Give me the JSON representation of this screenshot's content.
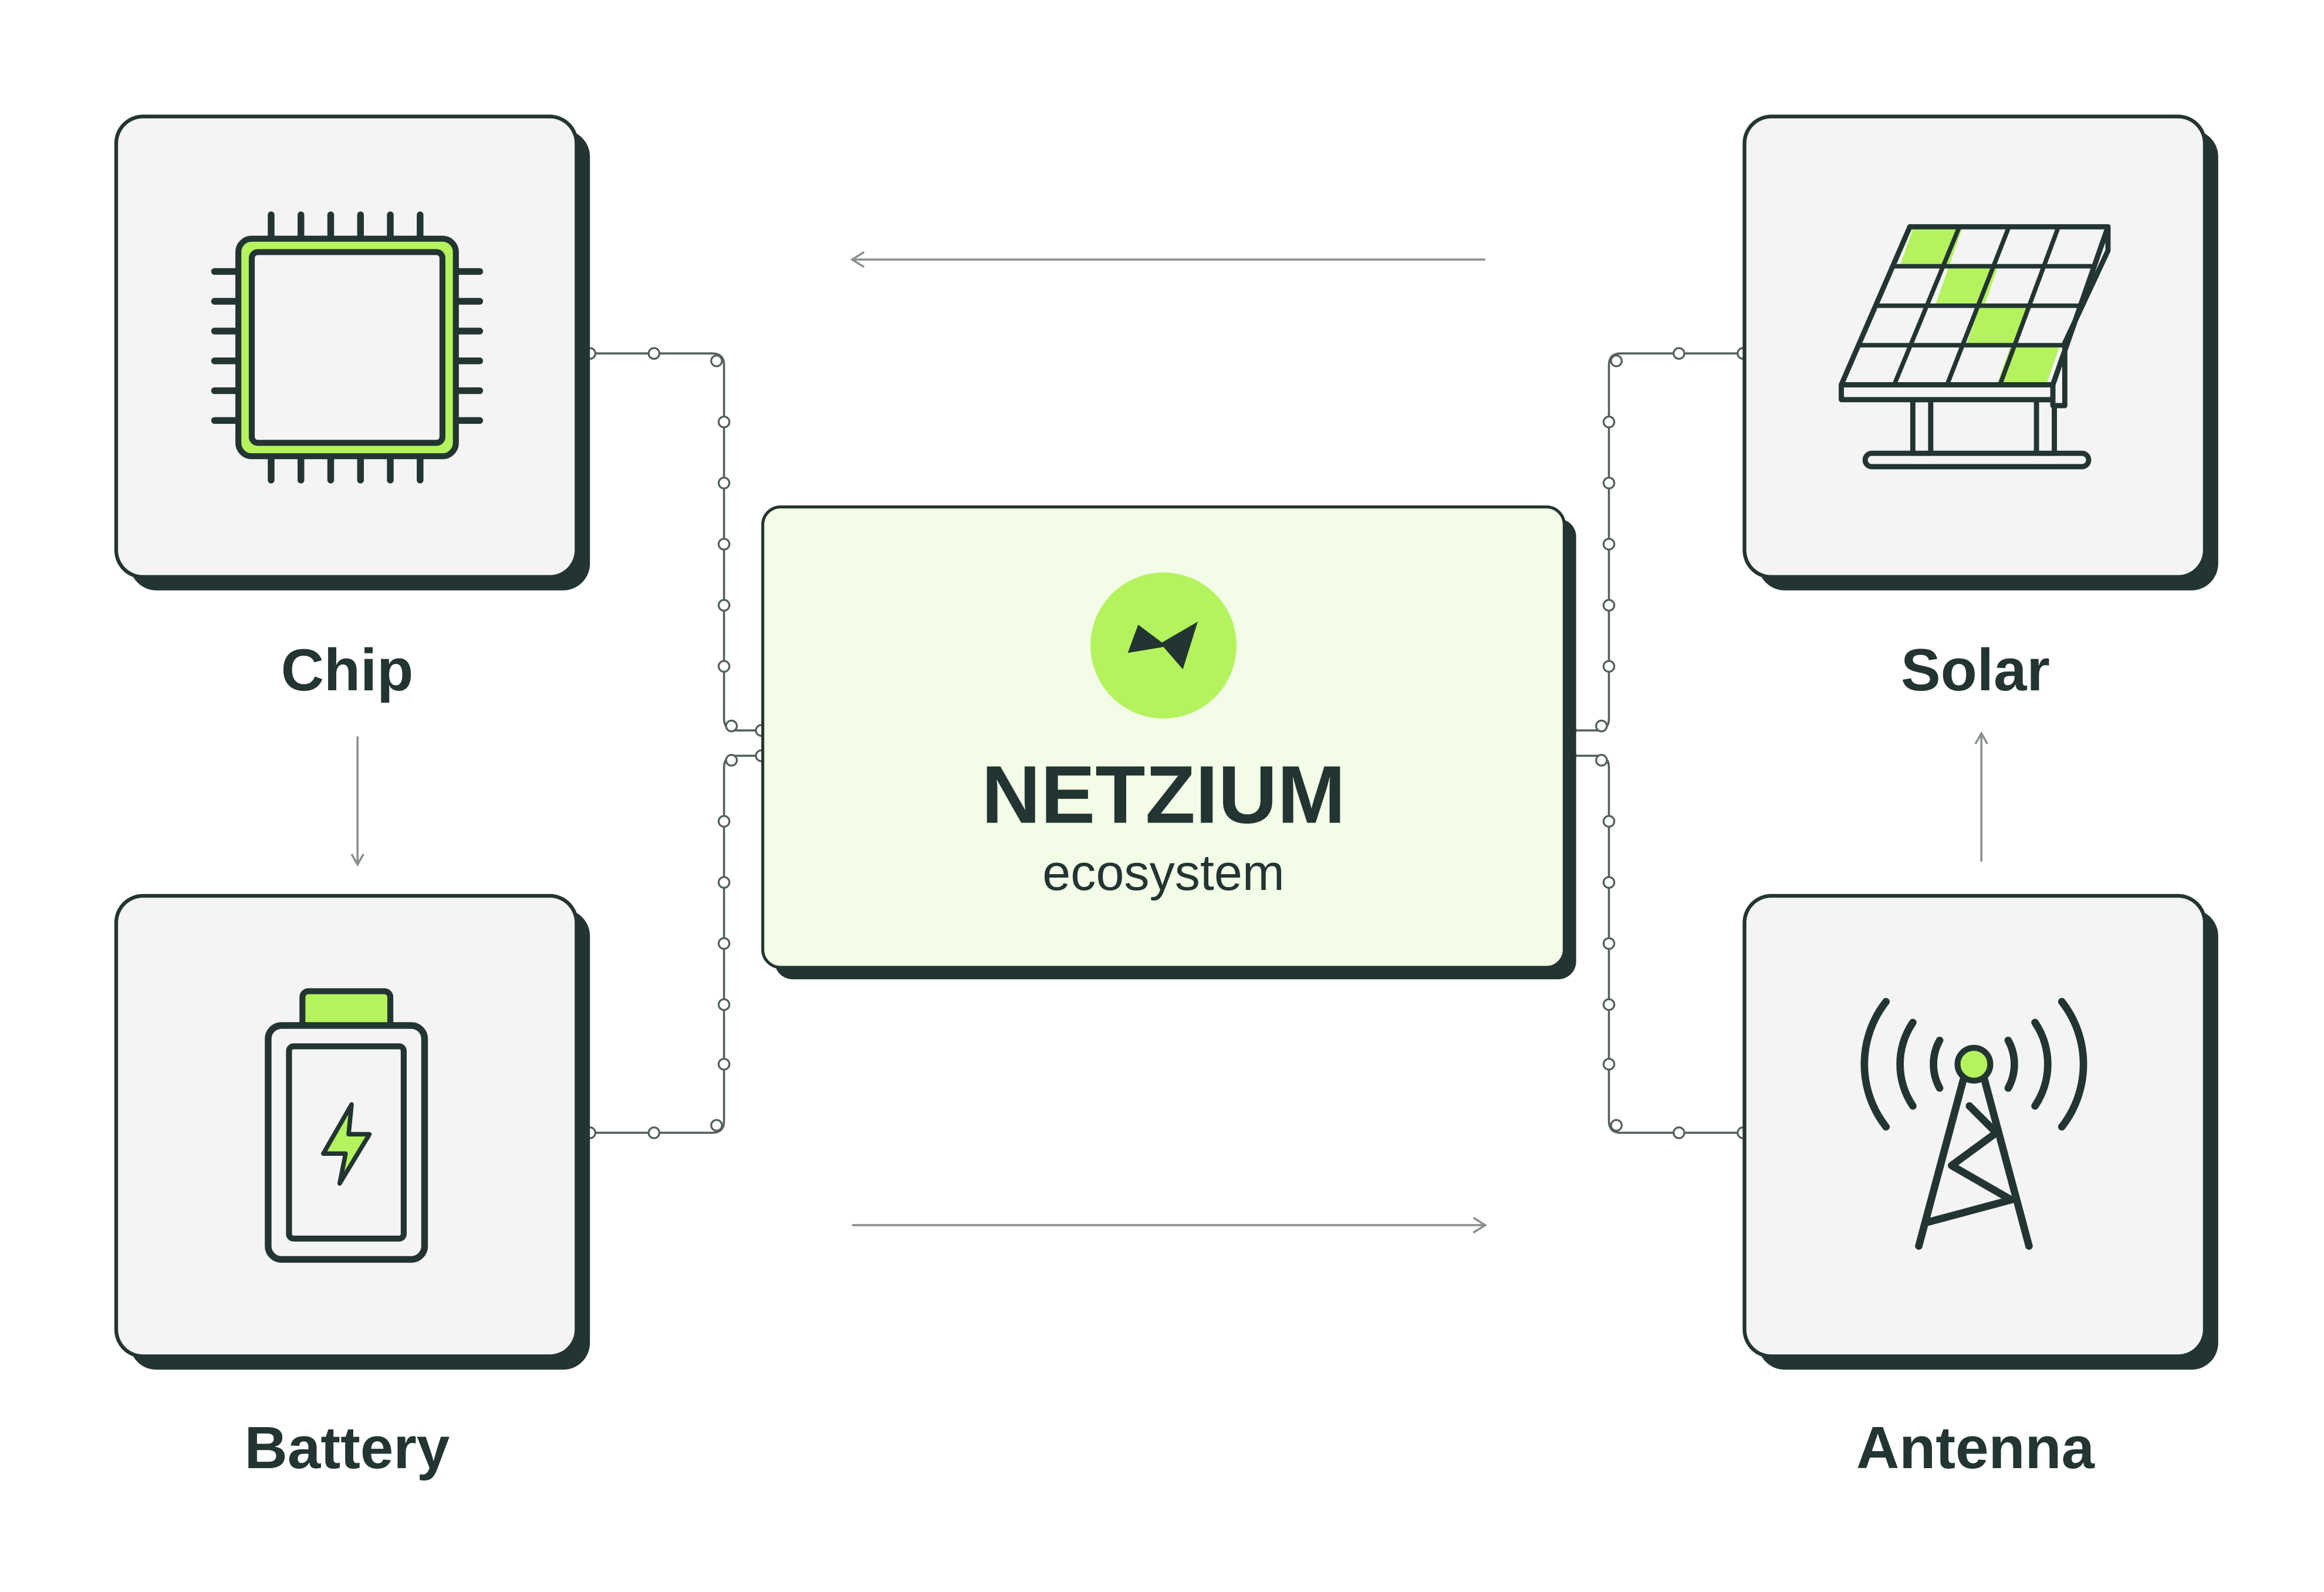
{
  "center": {
    "brand": "NETZIUM",
    "subtitle": "ecosystem",
    "logo_icon": "lightning-zigzag-icon"
  },
  "cards": {
    "chip": {
      "label": "Chip",
      "icon": "chip-icon"
    },
    "battery": {
      "label": "Battery",
      "icon": "battery-icon"
    },
    "solar": {
      "label": "Solar",
      "icon": "solar-panel-icon"
    },
    "antenna": {
      "label": "Antenna",
      "icon": "antenna-tower-icon"
    }
  },
  "colors": {
    "accent": "#B4F35D",
    "dark": "#233532",
    "card_bg": "#F4F4F4",
    "center_bg": "#F2FCE6",
    "connector": "#55605E",
    "arrow": "#8A8F8E"
  }
}
